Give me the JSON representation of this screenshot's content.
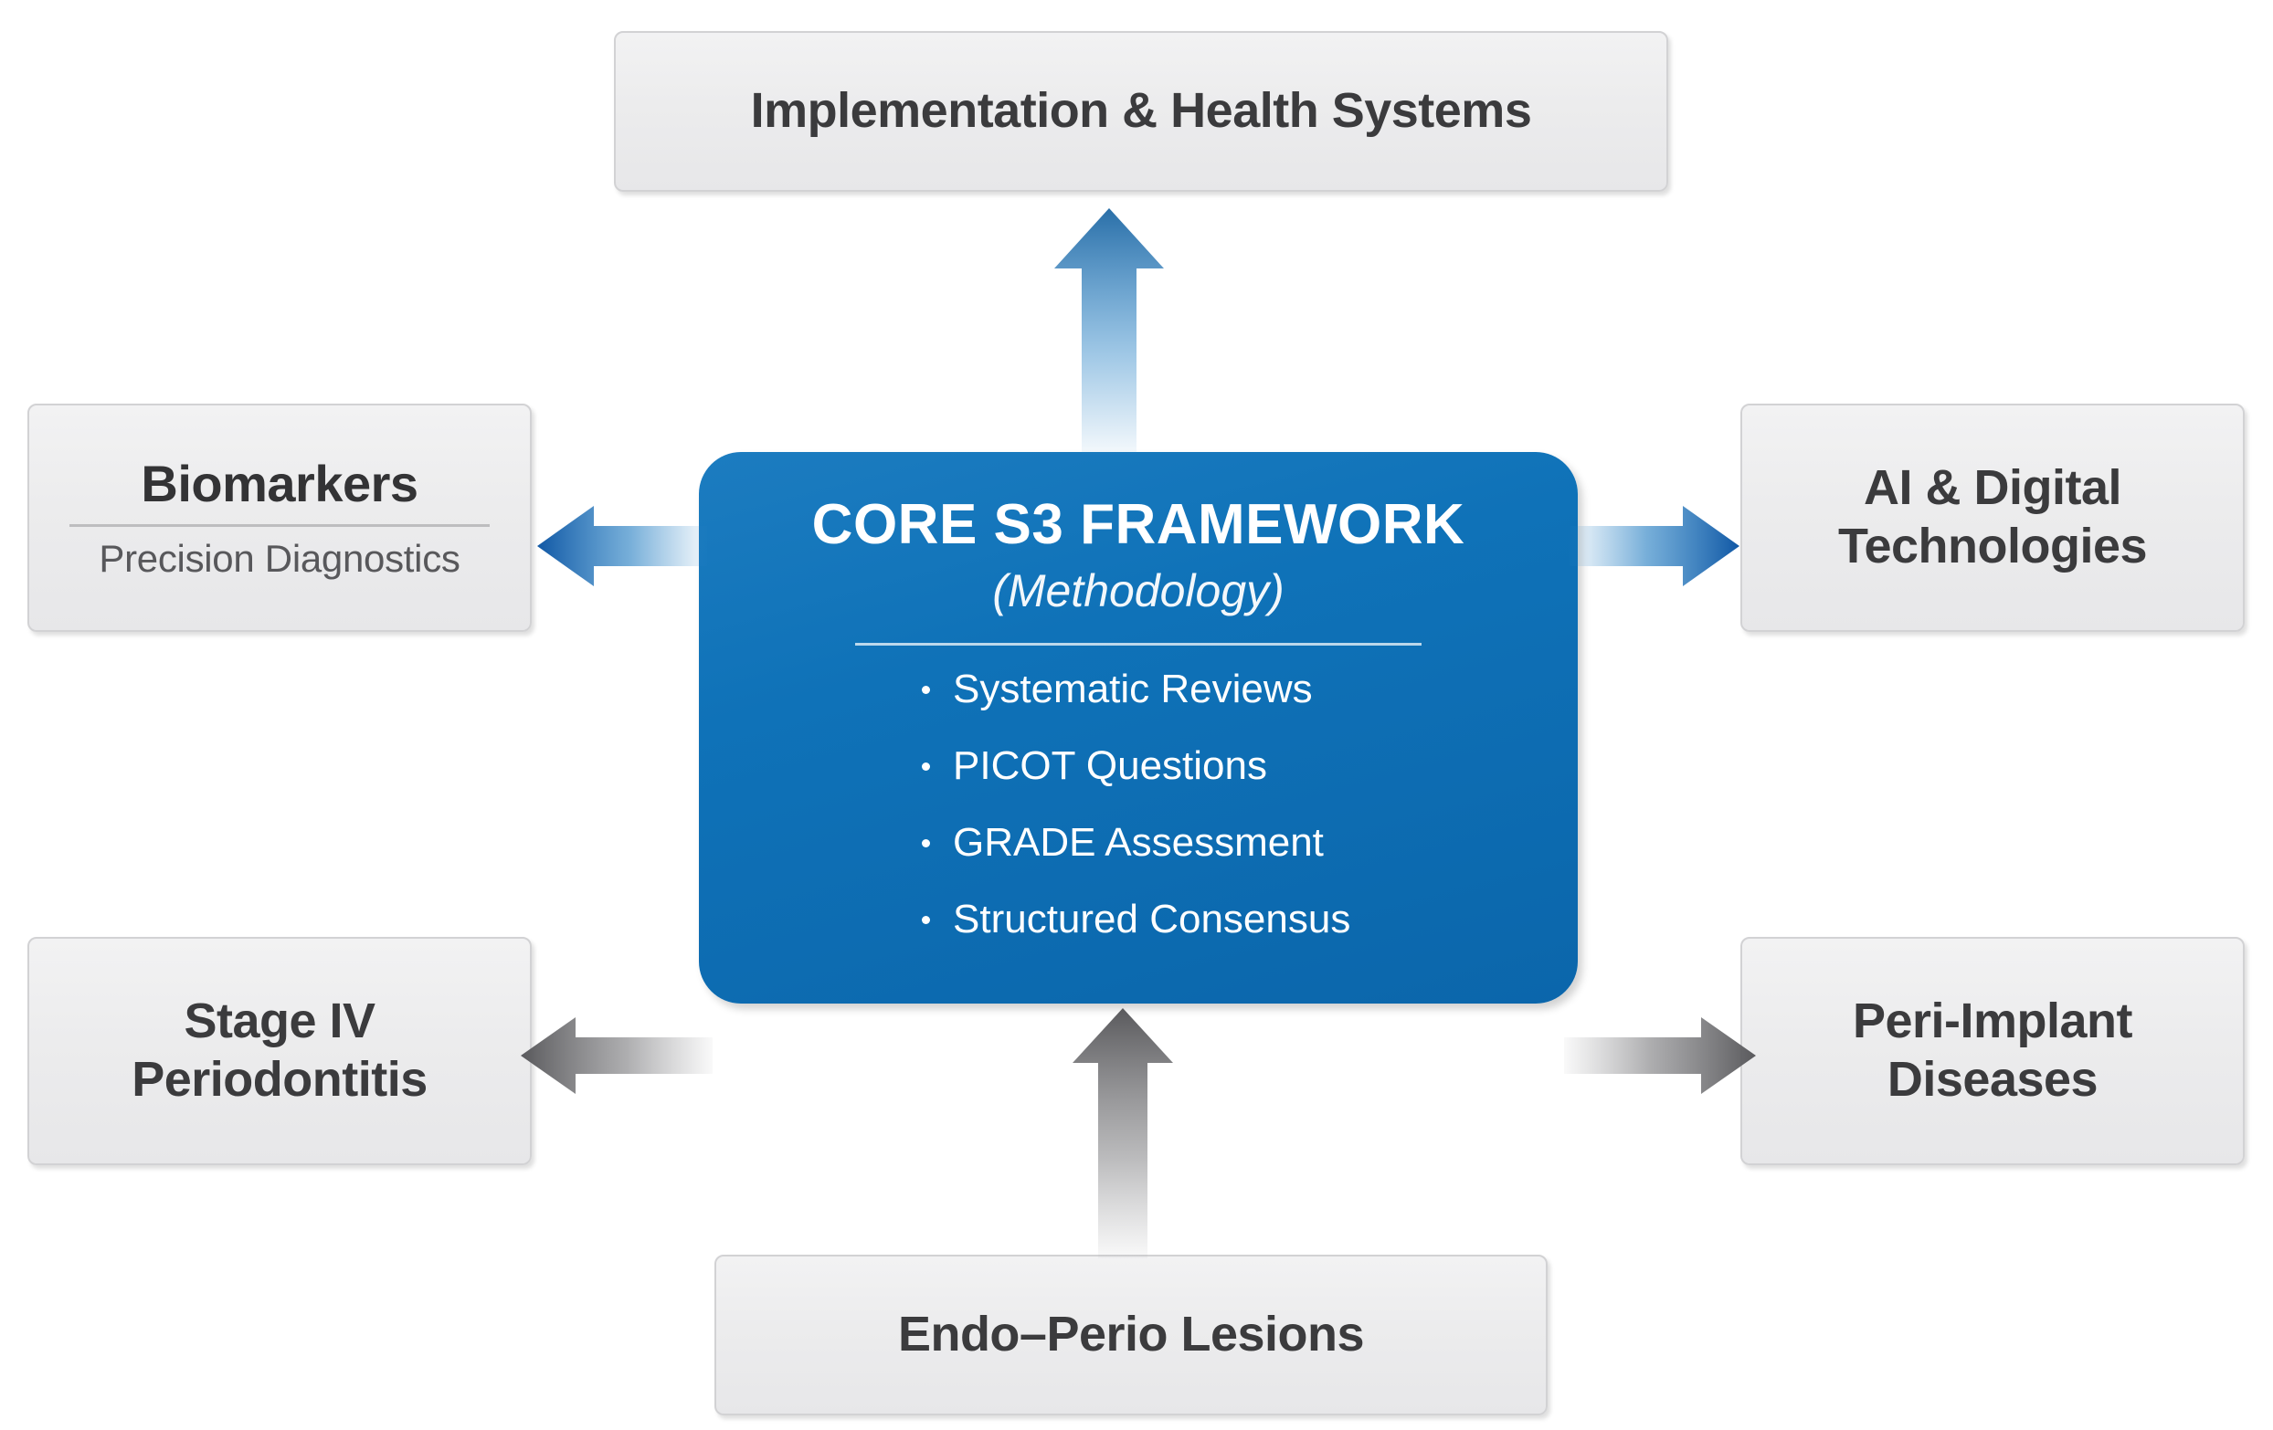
{
  "diagram": {
    "type": "hub-and-spoke",
    "title": "CORE S3 FRAMEWORK",
    "center": {
      "title": "CORE S3 FRAMEWORK",
      "subtitle": "(Methodology)",
      "bullets": [
        "Systematic Reviews",
        "PICOT Questions",
        "GRADE Assessment",
        "Structured Consensus"
      ],
      "fill_color": "#0F72B8",
      "text_color": "#FFFFFF"
    },
    "nodes": [
      {
        "id": "top",
        "label": "Implementation & Health Systems",
        "position": "top",
        "fill_color": "#ECECED",
        "border_color": "#D2D2D4",
        "text_color": "#3B3B3D"
      },
      {
        "id": "left-top",
        "label": "Biomarkers",
        "sublabel": "Precision Diagnostics",
        "position": "left-top",
        "fill_color": "#ECECED",
        "border_color": "#D2D2D4",
        "text_color": "#3B3B3D"
      },
      {
        "id": "right-top",
        "label": "AI & Digital\nTechnologies",
        "position": "right-top",
        "fill_color": "#ECECED",
        "border_color": "#D2D2D4",
        "text_color": "#3B3B3D"
      },
      {
        "id": "left-bottom",
        "label": "Stage IV\nPeriodontitis",
        "position": "left-bottom",
        "fill_color": "#ECECED",
        "border_color": "#D2D2D4",
        "text_color": "#3B3B3D"
      },
      {
        "id": "right-bottom",
        "label": "Peri-Implant\nDiseases",
        "position": "right-bottom",
        "fill_color": "#ECECED",
        "border_color": "#D2D2D4",
        "text_color": "#3B3B3D"
      },
      {
        "id": "bottom",
        "label": "Endo–Perio Lesions",
        "position": "bottom",
        "fill_color": "#ECECED",
        "border_color": "#D2D2D4",
        "text_color": "#3B3B3D"
      }
    ],
    "arrows": [
      {
        "id": "up",
        "direction": "up",
        "from": "center",
        "to": "top",
        "color": "#1A6FB5"
      },
      {
        "id": "left",
        "direction": "left",
        "from": "center",
        "to": "left-top",
        "color": "#1565B0"
      },
      {
        "id": "right",
        "direction": "right",
        "from": "center",
        "to": "right-top",
        "color": "#1565B0"
      },
      {
        "id": "left-bottom",
        "direction": "left",
        "from": "center",
        "to": "left-bottom",
        "color": "#6B6B6E"
      },
      {
        "id": "right-bottom",
        "direction": "right",
        "from": "center",
        "to": "right-bottom",
        "color": "#6B6B6E"
      },
      {
        "id": "bottom",
        "direction": "up",
        "from": "bottom",
        "to": "center",
        "color": "#6B6B6E"
      }
    ]
  }
}
